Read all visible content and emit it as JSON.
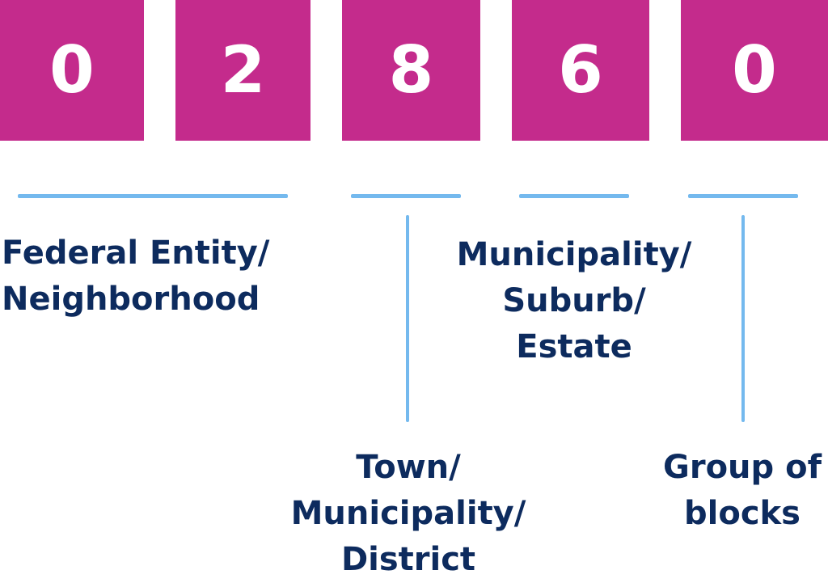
{
  "colors": {
    "box": "#c42b8c",
    "digit": "#ffffff",
    "line": "#74b9ee",
    "text": "#0d2b5e"
  },
  "digits": [
    "0",
    "2",
    "8",
    "6",
    "0"
  ],
  "labels": {
    "federal_entity": [
      "Federal Entity/",
      "Neighborhood"
    ],
    "town": [
      "Town/",
      "Municipality/",
      "District"
    ],
    "municipality": [
      "Municipality/",
      "Suburb/",
      "Estate"
    ],
    "group_blocks": [
      "Group of",
      "blocks"
    ]
  }
}
